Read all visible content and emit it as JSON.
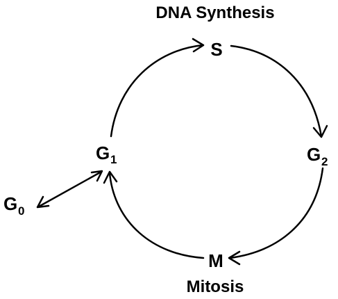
{
  "captions": {
    "synthesis": "DNA Synthesis",
    "mitosis": "Mitosis"
  },
  "phases": {
    "s": "S",
    "g1": {
      "letter": "G",
      "sub": "1"
    },
    "g2": {
      "letter": "G",
      "sub": "2"
    },
    "m": "M",
    "g0": {
      "letter": "G",
      "sub": "0"
    }
  },
  "colors": {
    "ink": "#000000",
    "background": "#ffffff"
  }
}
